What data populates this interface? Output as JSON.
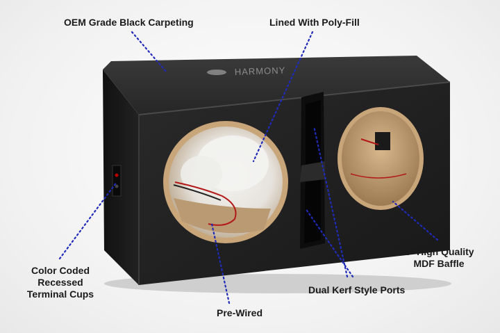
{
  "product": {
    "brand_logo_text": "HARMONY",
    "carpet_color": "#1e1e1e",
    "baffle_color": "#c9a57a",
    "polyfill_color": "#ececec",
    "pointer_color": "#1f2bb8"
  },
  "callouts": {
    "carpeting": "OEM Grade Black Carpeting",
    "polyfill": "Lined With Poly-Fill",
    "terminal": [
      "Color Coded",
      "Recessed",
      "Terminal Cups"
    ],
    "wired": "Pre-Wired",
    "ports": "Dual Kerf Style Ports",
    "baffle": [
      "1” High Quality",
      "MDF Baffle"
    ]
  }
}
